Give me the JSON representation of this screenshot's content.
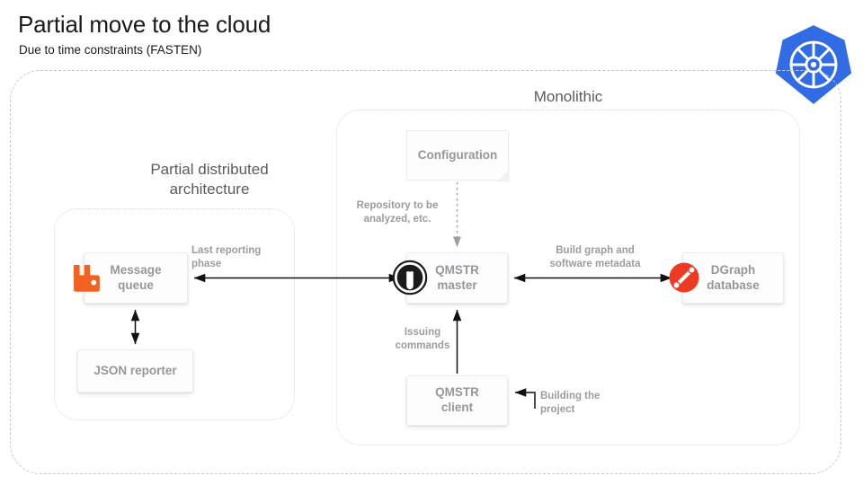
{
  "header": {
    "title": "Partial move to the cloud",
    "subtitle": "Due to time constraints (FASTEN)"
  },
  "logo": {
    "name": "kubernetes-logo",
    "color": "#326CE5"
  },
  "regions": {
    "outer": {
      "label": ""
    },
    "monolithic": {
      "label": "Monolithic"
    },
    "partial_distributed": {
      "label": "Partial distributed\narchitecture",
      "line1": "Partial distributed",
      "line2": "architecture"
    }
  },
  "nodes": {
    "message_queue": {
      "line1": "Message",
      "line2": "queue",
      "icon": "rabbitmq-icon",
      "icon_color": "#F26322"
    },
    "json_reporter": {
      "line1": "JSON reporter",
      "line2": ""
    },
    "configuration": {
      "line1": "Configuration",
      "line2": ""
    },
    "qmstr_master": {
      "line1": "QMSTR",
      "line2": "master",
      "icon": "qmstr-icon",
      "icon_color": "#1b1b1b"
    },
    "qmstr_client": {
      "line1": "QMSTR",
      "line2": "client"
    },
    "dgraph_database": {
      "line1": "DGraph",
      "line2": "database",
      "icon": "dgraph-icon",
      "icon_color": "#EE3A23"
    }
  },
  "connectors": {
    "last_reporting_phase": {
      "line1": "Last reporting",
      "line2": "phase"
    },
    "repository_to_be_analyzed": {
      "line1": "Repository to be",
      "line2": "analyzed, etc."
    },
    "build_graph_and_software_metadata": {
      "line1": "Build graph and",
      "line2": "software metadata"
    },
    "issuing_commands": {
      "line1": "Issuing",
      "line2": "commands"
    },
    "building_the_project": {
      "line1": "Building the",
      "line2": "project"
    }
  },
  "colors": {
    "text_dark": "#1a1a1a",
    "text_region": "#5b5b5b",
    "text_node": "#95979b",
    "text_label": "#9a9c9f",
    "arrow": "#111111",
    "dashed_border": "#c8c8c8",
    "dotted_border": "#d8d8d8"
  }
}
